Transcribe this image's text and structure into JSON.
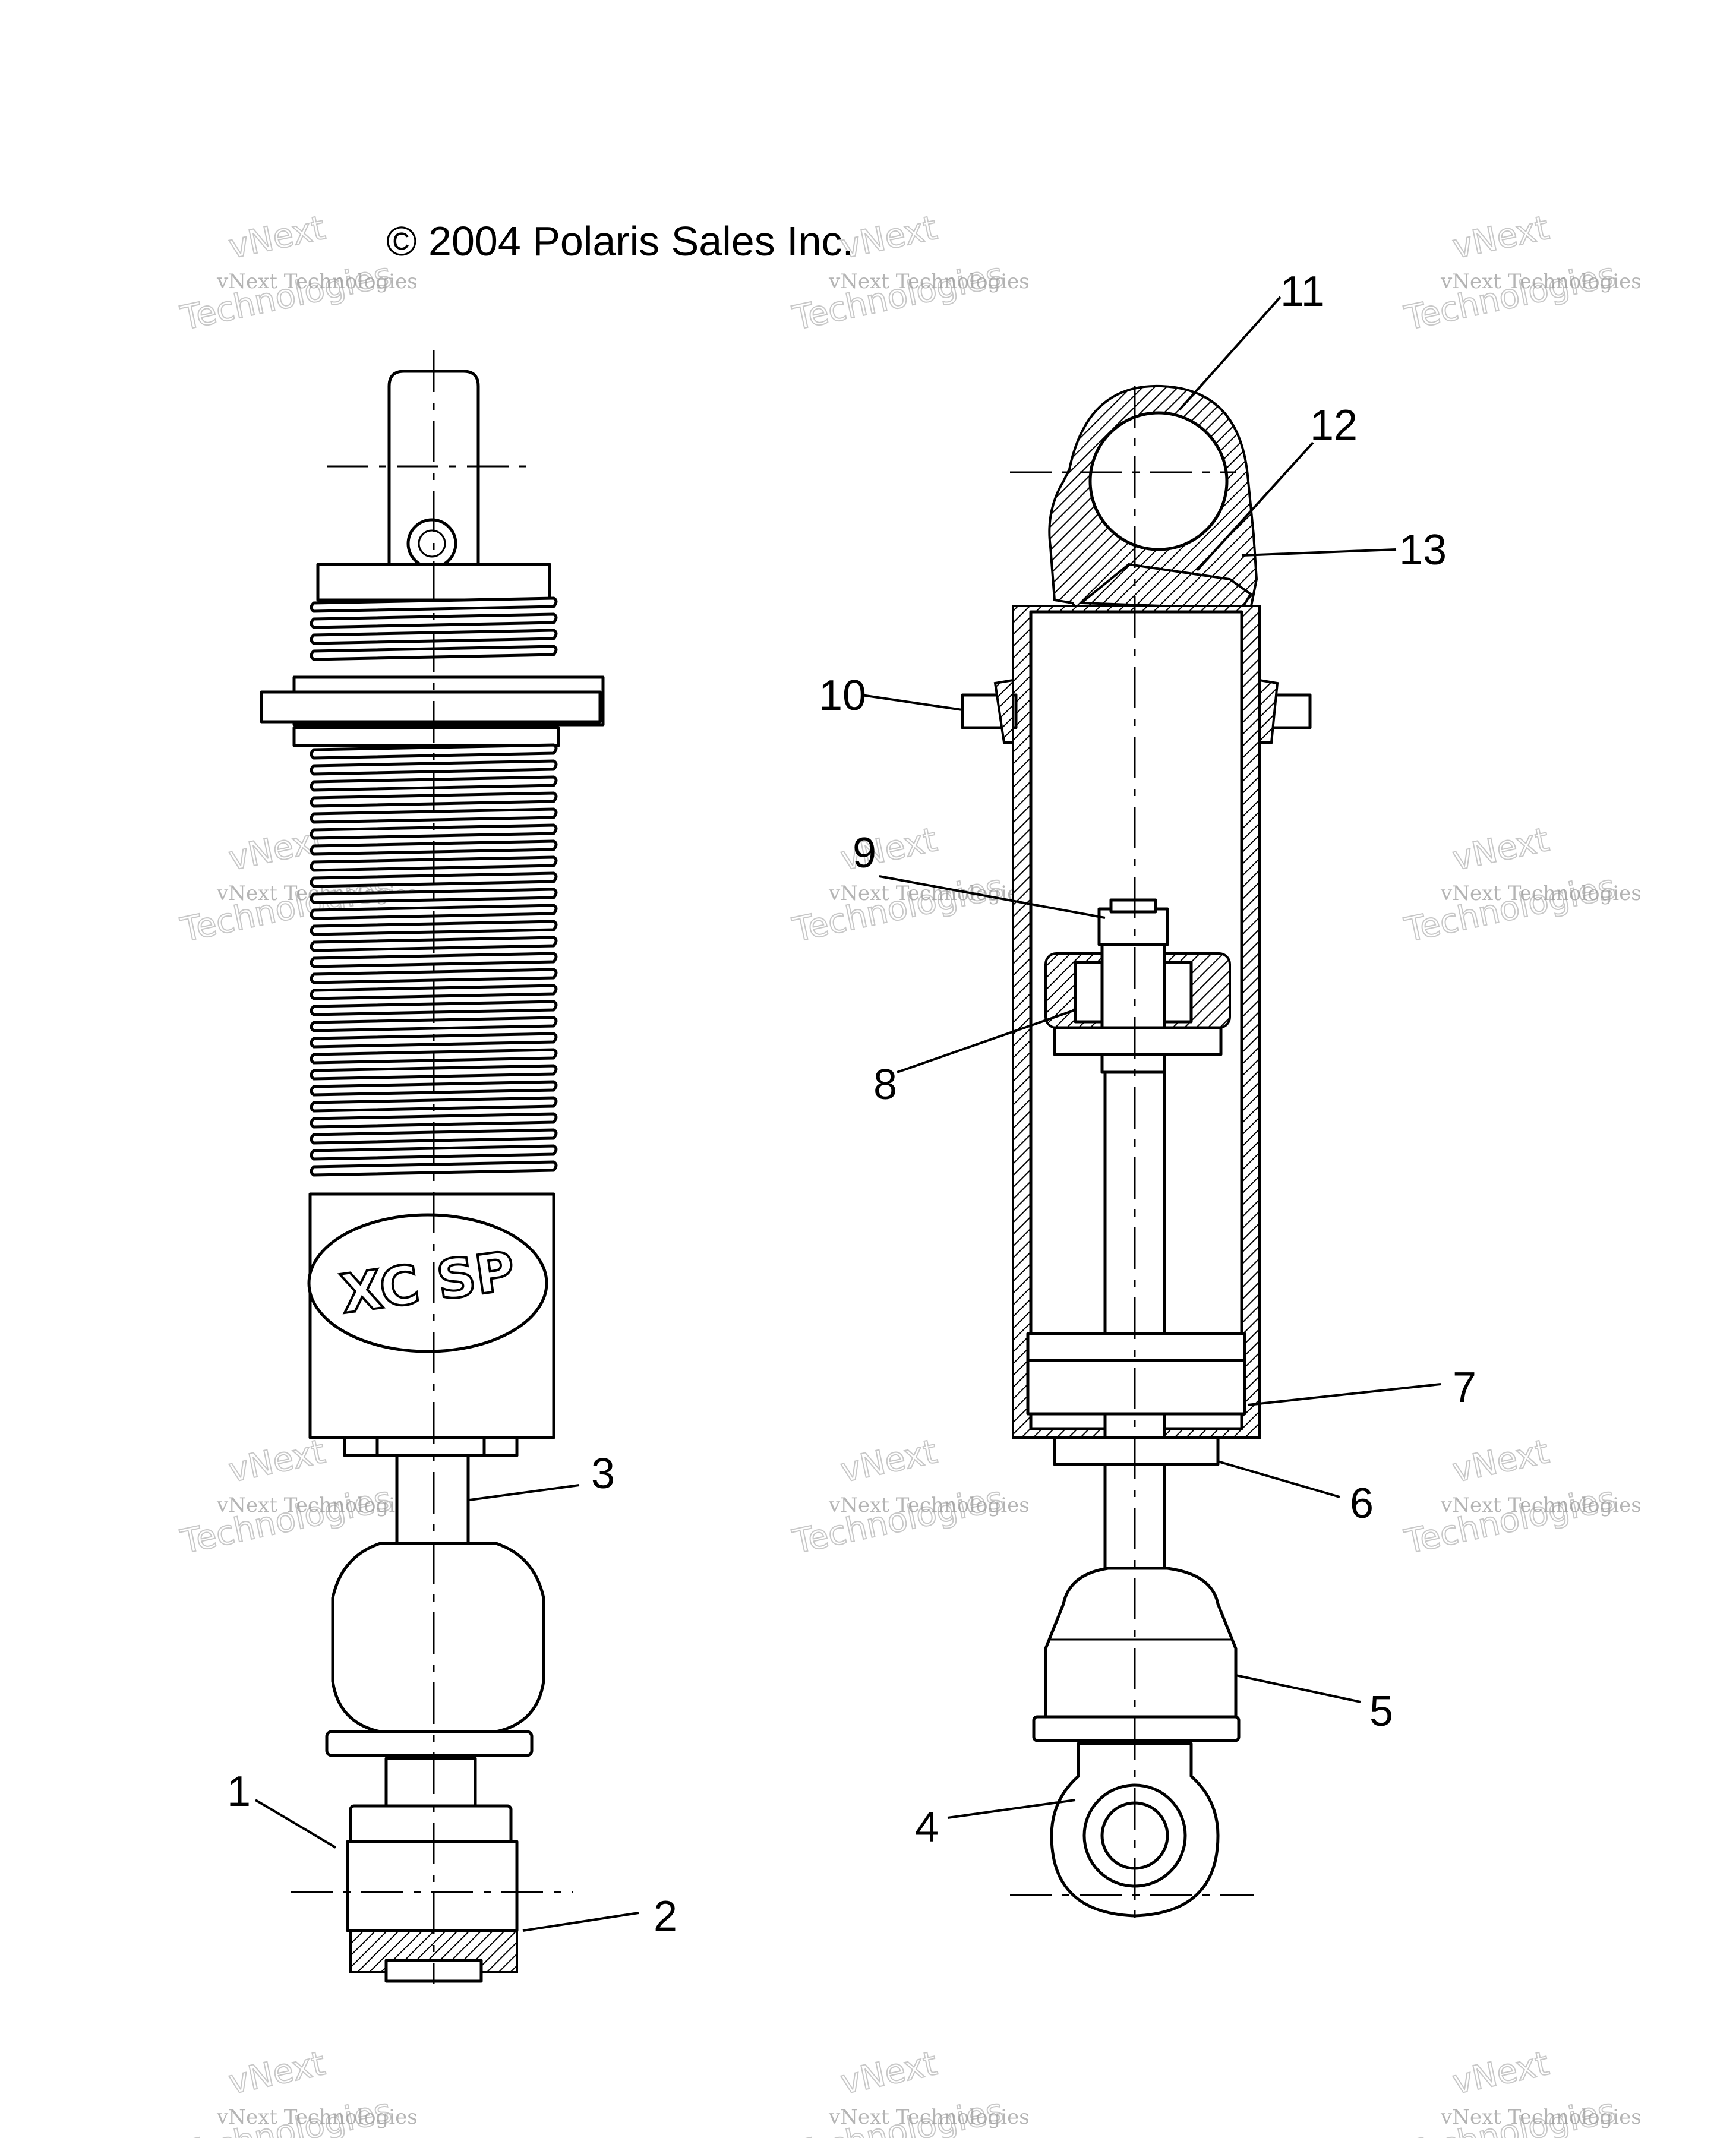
{
  "copyright": "© 2004 Polaris Sales Inc.",
  "watermark": {
    "line_small": "vNext Technologies",
    "line_big_1": "vNext",
    "line_big_2": "Technologies"
  },
  "logo": {
    "text": "XC SP"
  },
  "callouts": [
    "1",
    "2",
    "3",
    "4",
    "5",
    "6",
    "7",
    "8",
    "9",
    "10",
    "11",
    "12",
    "13"
  ]
}
